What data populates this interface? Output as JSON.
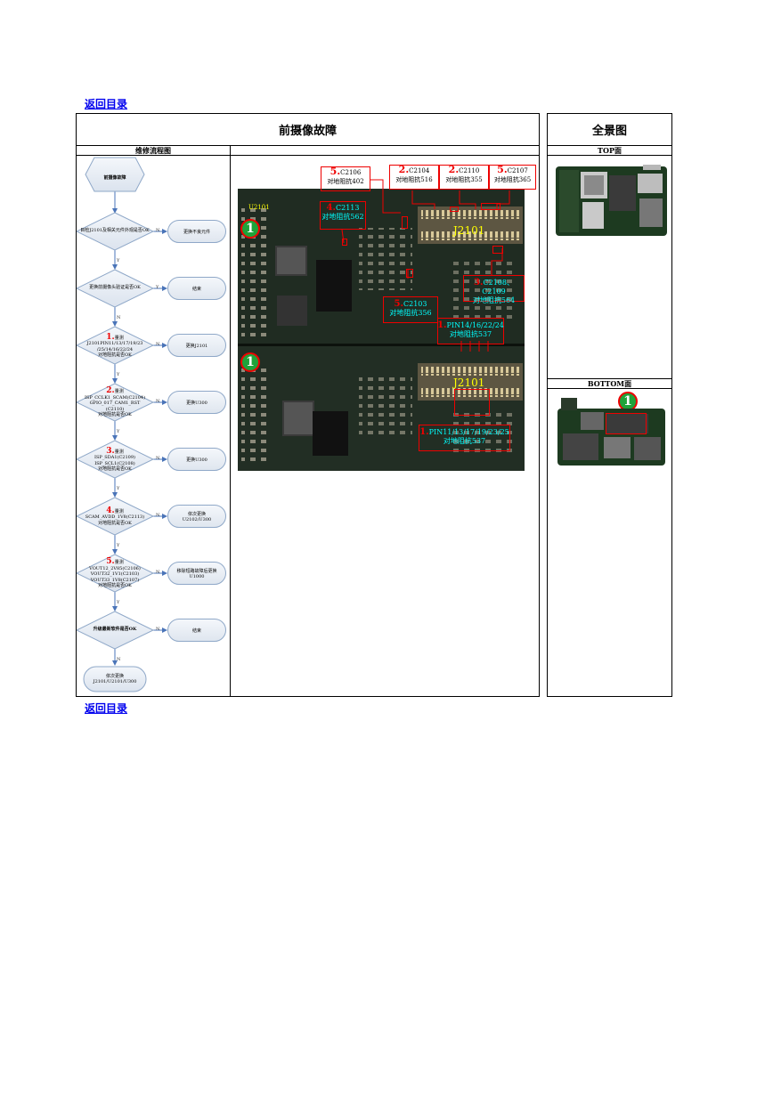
{
  "nav": {
    "back_top": "返回目录",
    "back_bottom": "返回目录"
  },
  "title": "前摄像故障",
  "overview_title": "全景图",
  "flow_header": "维修流程图",
  "top_label": "TOP面",
  "bottom_label": "BOTTOM面",
  "flow": {
    "start": "前摄像故障",
    "d1": "目检J2101及相关元件外观是否OK",
    "r1": "更换不良元件",
    "d2": "更换前摄像头验证是否OK",
    "r2": "结束",
    "d3_num": "1.",
    "d3_l1": "量测",
    "d3_l2": "J2101PIN11/13/17/19/23",
    "d3_l3": "/25/14/16/22/24",
    "d3_l4": "对地阻抗是否OK",
    "r3": "更换J2101",
    "d4_num": "2.",
    "d4_l1": "量测",
    "d4_l2": "ISP_CCLK1_SCAM(C2104)",
    "d4_l3": "GPIO_017_CAM1_RST",
    "d4_l4": "(C2110)",
    "d4_l5": "对地阻抗是否OK",
    "r4": "更换U300",
    "d5_num": "3.",
    "d5_l1": "量测",
    "d5_l2": "ISP_SDA1(C2109)",
    "d5_l3": "ISP_SCL1(C2108)",
    "d5_l4": "对地阻抗是否OK",
    "r5": "更换U300",
    "d6_num": "4.",
    "d6_l1": "量测",
    "d6_l2": "SCAM_AVDD_1V8(C2113)",
    "d6_l3": "对地阻抗是否OK",
    "r6_l1": "依次更换",
    "r6_l2": "U2102/U300",
    "d7_num": "5.",
    "d7_l1": "量测",
    "d7_l2": "VOUT12_2V85(C2106)",
    "d7_l3": "VOUT32_1V1(C2103)",
    "d7_l4": "VOUT33_1V8(C2107)",
    "d7_l5": "对地阻抗是否OK",
    "r7_l1": "移除短路故障后更换",
    "r7_l2": "U1000",
    "d8": "升级最新软件是否OK",
    "r8": "结束",
    "end_l1": "依次更换",
    "end_l2": "J2101/U2101/U300",
    "yes": "Y",
    "no": "N"
  },
  "callouts": {
    "c2106_num": "5.",
    "c2106_a": "C2106",
    "c2106_b": "对地阻抗402",
    "c2104_num": "2.",
    "c2104_a": "C2104",
    "c2104_b": "对地阻抗516",
    "c2110_num": "2.",
    "c2110_a": "C2110",
    "c2110_b": "对地阻抗355",
    "c2107_num": "5.",
    "c2107_a": "C2107",
    "c2107_b": "对地阻抗365",
    "c2113_num": "4.",
    "c2113_a": "C2113",
    "c2113_b": "对地阻抗562",
    "c2108_num": "3.",
    "c2108_a": "C2108、C2109",
    "c2108_b": "对地阻抗564",
    "c2103_num": "5.",
    "c2103_a": "C2103",
    "c2103_b": "对地阻抗356",
    "pin_a_num": "1.",
    "pin_a_a": "PIN14/16/22/24",
    "pin_a_b": "对地阻抗537",
    "pin_b_num": "1.",
    "pin_b_a": "PIN11/13/17/19/23/25",
    "pin_b_b": "对地阻抗537"
  },
  "board_labels": {
    "u2101": "U2101",
    "j2101_top": "J2101",
    "j2101_bottom": "J2101",
    "marker": "1"
  },
  "colors": {
    "link": "#0000ee",
    "red": "#e00000",
    "cyan": "#00ffff",
    "green": "#1fa33a",
    "pcb": "#1e2a1e"
  }
}
